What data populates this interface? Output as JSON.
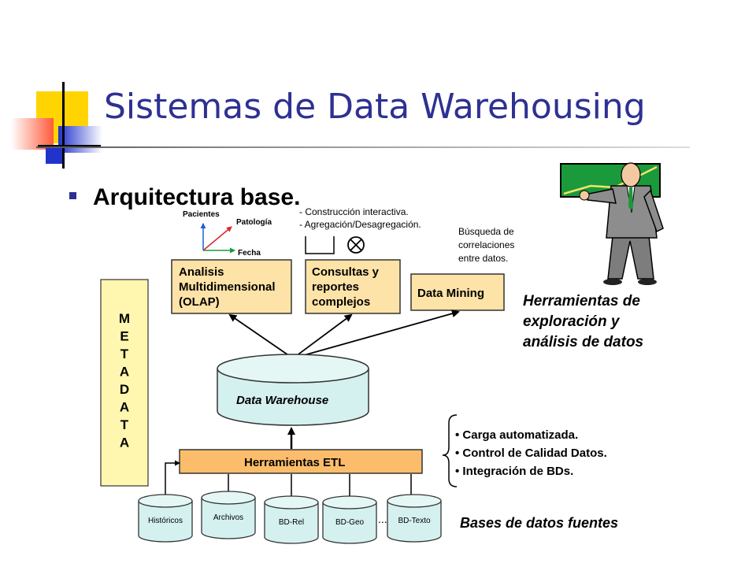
{
  "slide": {
    "title": "Sistemas de Data Warehousing",
    "bullet": "Arquitectura base."
  },
  "colors": {
    "title": "#2e3192",
    "bullet": "#2e3192",
    "heading": "#c0392b",
    "box_fill": "#fde3a7",
    "etl_fill": "#fbbd6b",
    "metadata_fill": "#fff7b0",
    "db_fill": "#d4f1ef",
    "text_blue": "#1f3a93"
  },
  "axes": {
    "y_label": "Pacientes",
    "z_label": "Patología",
    "x_label": "Fecha"
  },
  "notes": {
    "olap_line1": "- Construcción interactiva.",
    "olap_line2": "- Agregación/Desagregación.",
    "mining_line1": "Búsqueda de",
    "mining_line2": "correlaciones",
    "mining_line3": "entre datos."
  },
  "boxes": {
    "olap_line1": "Analisis",
    "olap_line2": "Multidimensional",
    "olap_line3": "(OLAP)",
    "consultas_line1": "Consultas y",
    "consultas_line2": "reportes",
    "consultas_line3": "complejos",
    "mining": "Data Mining"
  },
  "tools_caption": {
    "line1": "Herramientas de",
    "line2": "exploración y",
    "line3": "análisis de datos"
  },
  "metadata_letters": [
    "M",
    "E",
    "T",
    "A",
    "D",
    "A",
    "T",
    "A"
  ],
  "warehouse": "Data Warehouse",
  "etl": "Herramientas ETL",
  "etl_features": [
    "• Carga automatizada.",
    "• Control de Calidad Datos.",
    "• Integración de BDs."
  ],
  "sources": [
    "Históricos",
    "Archivos",
    "BD-Rel",
    "BD-Geo",
    "BD-Texto"
  ],
  "sources_ellipsis": "...",
  "sources_caption": "Bases de datos fuentes"
}
